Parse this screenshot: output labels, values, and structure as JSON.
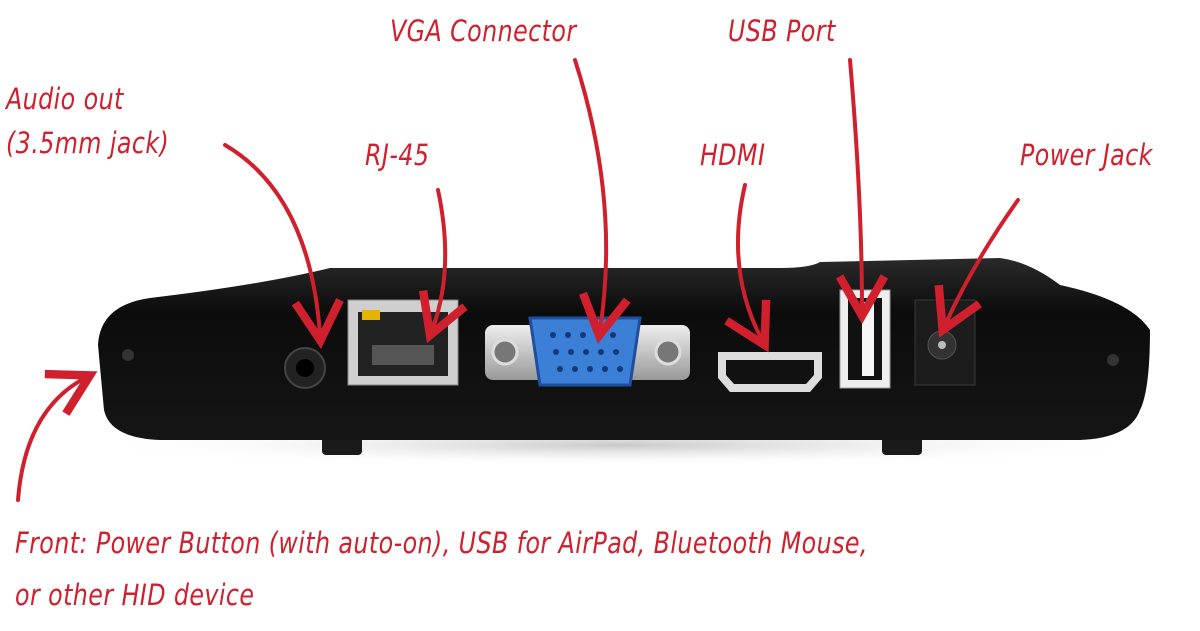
{
  "colors": {
    "annotation": "#d0202e",
    "device_body": "#111111",
    "vga_blue": "#3b7fd6"
  },
  "labels": {
    "vga": "VGA Connector",
    "usb": "USB Port",
    "audio_line1": "Audio out",
    "audio_line2": "(3.5mm jack)",
    "rj45": "RJ-45",
    "hdmi": "HDMI",
    "power_jack": "Power Jack",
    "front_line1": "Front: Power Button (with auto-on), USB for AirPad, Bluetooth Mouse,",
    "front_line2": "or other HID device"
  }
}
